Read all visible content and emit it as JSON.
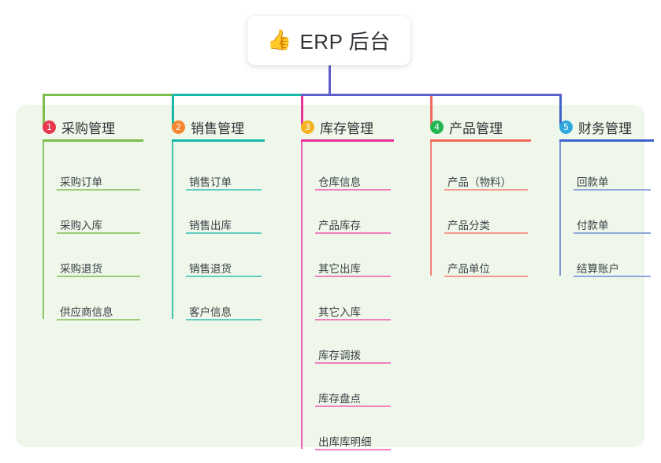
{
  "canvas": {
    "background": "#ffffff",
    "panel_color": "#eef7e9"
  },
  "root": {
    "icon": "thumbs-up-icon",
    "emoji": "👍",
    "title": "ERP 后台",
    "card_background": "#ffffff",
    "stem_color": "#5b5fc7"
  },
  "bus": {
    "segments": [
      {
        "name": "bus-segment-purchasing",
        "color": "#7dbf4e"
      },
      {
        "name": "bus-segment-sales",
        "color": "#16b8a8"
      },
      {
        "name": "bus-segment-inventory",
        "color": "#5b5fc7"
      },
      {
        "name": "bus-segment-product",
        "color": "#5b5fc7"
      },
      {
        "name": "bus-segment-finance",
        "color": "#5b5fc7"
      }
    ]
  },
  "columns": [
    {
      "index": "1",
      "badge_color": "#e8384f",
      "rule_color": "#7dbf4e",
      "spine_color": "#8dc563",
      "leaf_rule_color": "#9ccb77",
      "drop_color": "#7dbf4e",
      "label": "采购管理",
      "leaves": [
        {
          "label": "采购订单"
        },
        {
          "label": "采购入库"
        },
        {
          "label": "采购退货"
        },
        {
          "label": "供应商信息"
        }
      ]
    },
    {
      "index": "2",
      "badge_color": "#f5862e",
      "rule_color": "#16b8a8",
      "spine_color": "#3fc2b4",
      "leaf_rule_color": "#63cdc2",
      "drop_color": "#16b8a8",
      "label": "销售管理",
      "leaves": [
        {
          "label": "销售订单"
        },
        {
          "label": "销售出库"
        },
        {
          "label": "销售退货"
        },
        {
          "label": "客户信息"
        }
      ]
    },
    {
      "index": "3",
      "badge_color": "#f5b324",
      "rule_color": "#e8329a",
      "spine_color": "#ec5fae",
      "leaf_rule_color": "#f07fbe",
      "drop_color": "#e8329a",
      "label": "库存管理",
      "leaves": [
        {
          "label": "仓库信息"
        },
        {
          "label": "产品库存"
        },
        {
          "label": "其它出库"
        },
        {
          "label": "其它入库"
        },
        {
          "label": "库存调拨"
        },
        {
          "label": "库存盘点"
        },
        {
          "label": "出库库明细"
        }
      ]
    },
    {
      "index": "4",
      "badge_color": "#22b551",
      "rule_color": "#f4695e",
      "spine_color": "#f37f74",
      "leaf_rule_color": "#f59a91",
      "drop_color": "#f4695e",
      "label": "产品管理",
      "leaves": [
        {
          "label": "产品（物料）"
        },
        {
          "label": "产品分类"
        },
        {
          "label": "产品单位"
        }
      ]
    },
    {
      "index": "5",
      "badge_color": "#2fa8e0",
      "rule_color": "#3f63cc",
      "spine_color": "#7b95d8",
      "leaf_rule_color": "#8fa6de",
      "drop_color": "#3f63cc",
      "label": "财务管理",
      "leaves": [
        {
          "label": "回款单"
        },
        {
          "label": "付款单"
        },
        {
          "label": "结算账户"
        }
      ]
    }
  ]
}
